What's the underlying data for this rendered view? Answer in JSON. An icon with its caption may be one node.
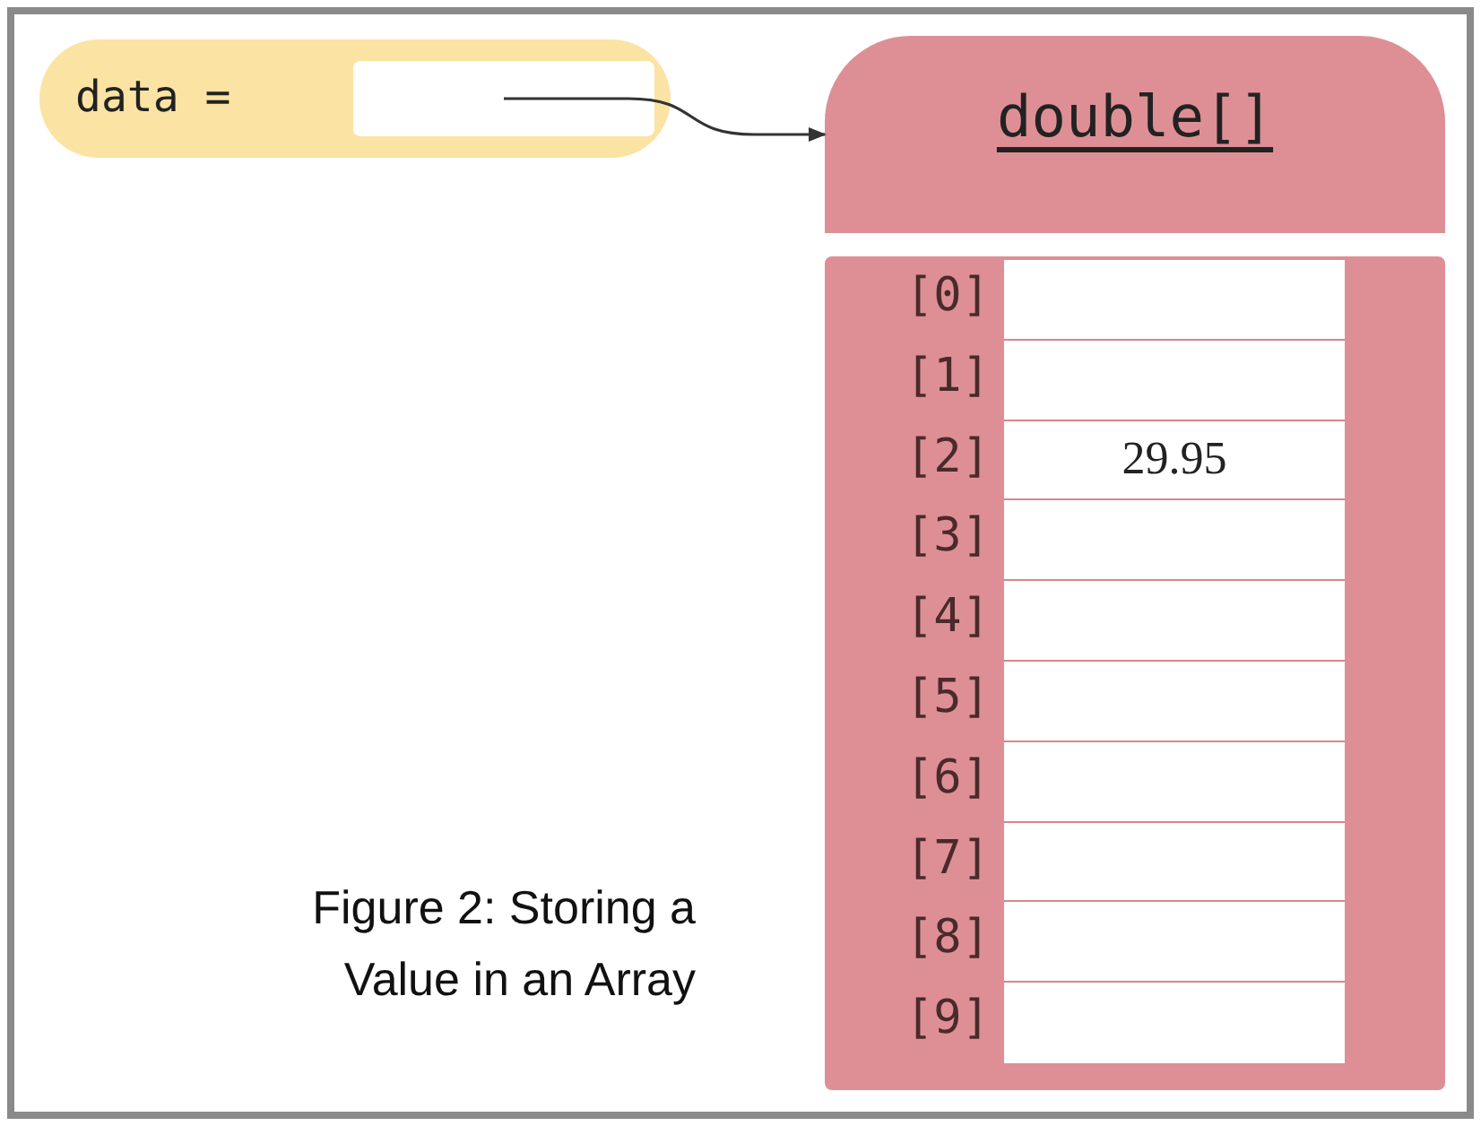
{
  "diagram": {
    "caption": "Figure 2: Storing a Value in an Array",
    "nodes": [
      {
        "text": [
          "data ="
        ]
      },
      {
        "text": [],
        "shape": "box",
        "in": 0
      },
      {
        "text": [
          "double[]"
        ]
      },
      {
        "text": [],
        "shape": "box"
      },
      {
        "text": [],
        "shape": "box",
        "in": 3,
        "beside": [
          "[0]"
        ]
      },
      {
        "text": [],
        "shape": "box",
        "in": 3,
        "beside": [
          "[1]"
        ]
      },
      {
        "text": [
          "29.95"
        ],
        "in": 3,
        "beside": [
          "[2]"
        ]
      },
      {
        "text": [],
        "shape": "box",
        "in": 3,
        "beside": [
          "[3]"
        ]
      },
      {
        "text": [],
        "shape": "box",
        "in": 3,
        "beside": [
          "[4]"
        ]
      },
      {
        "text": [],
        "shape": "box",
        "in": 3,
        "beside": [
          "[5]"
        ]
      },
      {
        "text": [],
        "shape": "box",
        "in": 3,
        "beside": [
          "[6]"
        ]
      },
      {
        "text": [],
        "shape": "box",
        "in": 3,
        "beside": [
          "[7]"
        ]
      },
      {
        "text": [],
        "shape": "box",
        "in": 3,
        "beside": [
          "[8]"
        ]
      },
      {
        "text": [],
        "shape": "box",
        "in": 3,
        "beside": [
          "[9]"
        ]
      }
    ],
    "edges": [
      {
        "from": 1,
        "to": 2,
        "arrow": "to"
      }
    ]
  }
}
